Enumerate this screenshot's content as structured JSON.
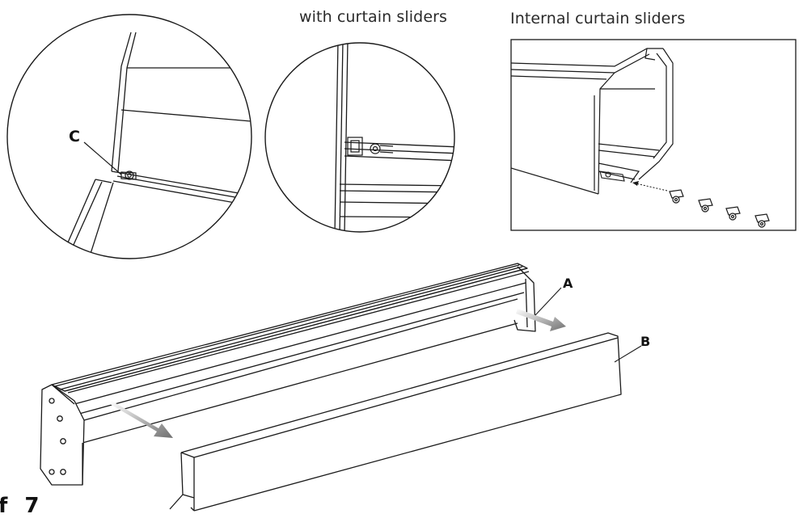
{
  "captions": {
    "with_sliders": "with curtain sliders",
    "internal_sliders": "Internal curtain sliders"
  },
  "callouts": {
    "c": "C",
    "a": "A",
    "b": "B"
  },
  "cropped_step_label": "f  7",
  "colors": {
    "line": "#1a1a1a",
    "arrow": "#8c8c8c",
    "background": "#ffffff"
  }
}
